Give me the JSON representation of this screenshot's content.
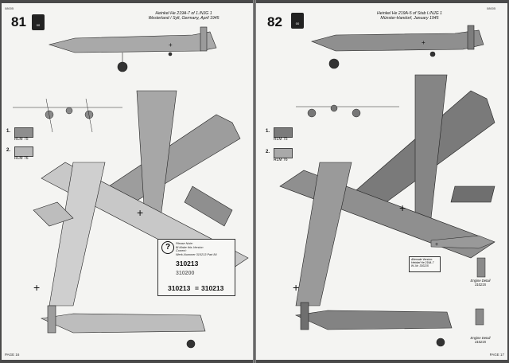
{
  "left_page": {
    "code": "08005",
    "step_number": "81",
    "paint_pot_label": "00",
    "title_lines": [
      "Heinkel He 219A-7 of 1./NJG 1",
      "Westerland / Sylt, Germany, April 1945"
    ],
    "legend": [
      {
        "num": "1.",
        "code": "RLM 75"
      },
      {
        "num": "2.",
        "code": "RLM 76"
      }
    ],
    "note": {
      "lines": [
        "Please Note:",
        "Bi Make this Version",
        "Correct:",
        "Werk-Nummer 310213 Part 84"
      ],
      "number_main": "310213",
      "number_a": "310200",
      "number_b": "310213",
      "number_c": "310213"
    },
    "page_label": "PAGE 16"
  },
  "right_page": {
    "code": "08005",
    "step_number": "82",
    "paint_pot_label": "00",
    "title_lines": [
      "Heinkel He 219A-5 of Stab I./NJG 1",
      "Münster-Handorf, January 1945"
    ],
    "legend": [
      {
        "num": "1.",
        "code": "RLM 75"
      },
      {
        "num": "2.",
        "code": "RLM 76"
      }
    ],
    "alt_box_lines": [
      "Alternate Version:",
      "Heinkel He 219A-7",
      "W.-Nr. 310215"
    ],
    "detail_labels": [
      {
        "lines": [
          "Engine Detail",
          "310215"
        ]
      },
      {
        "lines": [
          "Engine Detail",
          "310215"
        ]
      }
    ],
    "page_label": "PAGE 17"
  }
}
